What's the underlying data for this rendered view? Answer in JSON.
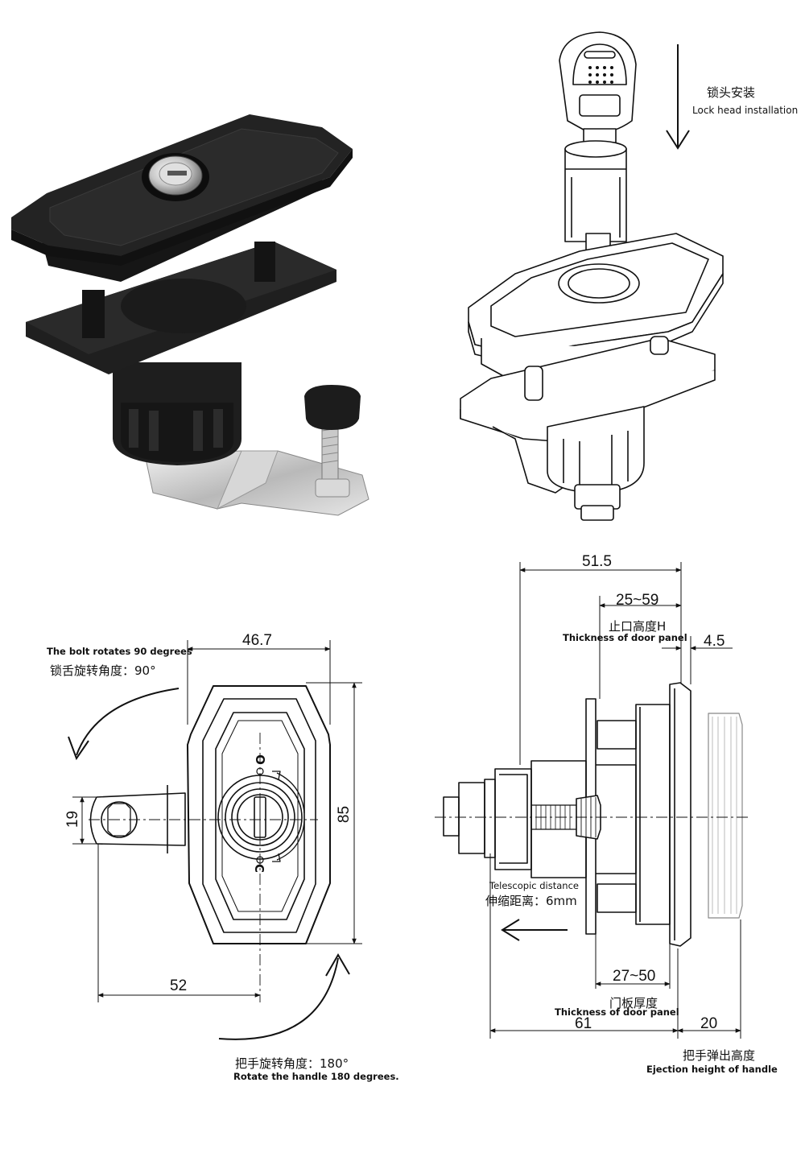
{
  "lock_head_installation": {
    "cn": "锁头安装",
    "en": "Lock head installation"
  },
  "bolt_rotation": {
    "en": "The bolt rotates 90 degrees",
    "cn": "锁舌旋转角度：90°"
  },
  "handle_rotation": {
    "cn": "把手旋转角度：180°",
    "en": "Rotate the handle 180 degrees."
  },
  "telescopic": {
    "en": "Telescopic distance",
    "cn": "伸缩距离：6mm"
  },
  "door_panel_top": {
    "cn": "止口高度H",
    "en": "Thickness of door panel"
  },
  "door_panel_bottom": {
    "cn": "门板厚度",
    "en": "Thickness of door panel"
  },
  "ejection": {
    "cn": "把手弹出高度",
    "en": "Ejection height of handle"
  },
  "front_view_dims": {
    "width": "46.7",
    "height": "85",
    "cam": "19",
    "bolt_offset": "52"
  },
  "side_view_dims": {
    "overall": "51.5",
    "range_top": "25~59",
    "flange": "4.5",
    "range_bottom": "27~50",
    "depth": "61",
    "ejection": "20"
  },
  "key_face_marks": {
    "open": "O",
    "close": "C"
  }
}
